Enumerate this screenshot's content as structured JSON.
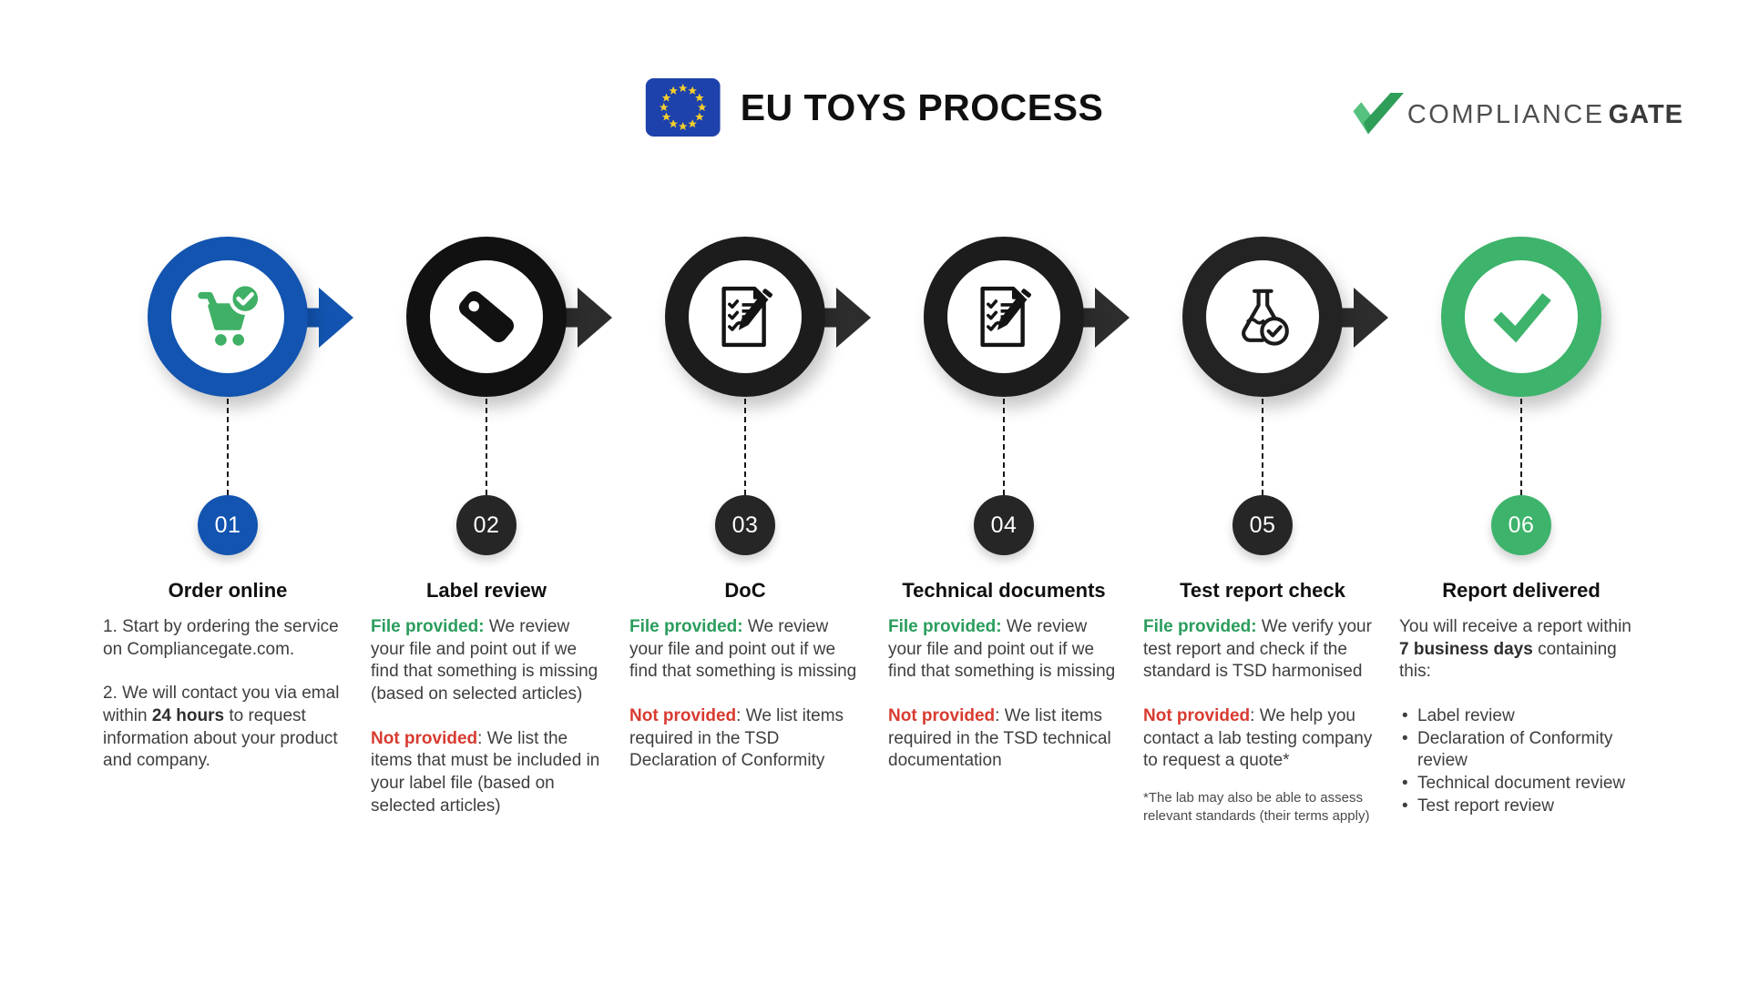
{
  "header": {
    "title": "EU TOYS PROCESS",
    "flag_icon": "eu-flag-icon",
    "logo": {
      "icon": "logo-check-icon",
      "brand_regular": "COMPLIANCE",
      "brand_bold": "GATE"
    }
  },
  "colors": {
    "blue": "#1254b0",
    "dark_ring": "#161616",
    "dark_arrow": "#2d2d2d",
    "dark_badge": "#262626",
    "green": "#3db36b",
    "text_green": "#2a9d5c",
    "text_red": "#d83b30",
    "body_text": "#3e3e3e",
    "eu_flag_blue": "#1e42ab",
    "eu_star_yellow": "#f6cf2b"
  },
  "steps": [
    {
      "number": "01",
      "title": "Order online",
      "icon": "shopping-cart-check-icon",
      "ring": "#1254b0",
      "arrow": "#1254b0",
      "badge": "#1254b0",
      "body": [
        {
          "type": "p",
          "runs": [
            {
              "style": "plain",
              "text": "1. Start by ordering the service on Compliancegate.com."
            }
          ]
        },
        {
          "type": "p",
          "runs": [
            {
              "style": "plain",
              "text": "2. We will contact you via emal within "
            },
            {
              "style": "b",
              "text": "24 hours"
            },
            {
              "style": "plain",
              "text": " to request information about your product and company."
            }
          ]
        }
      ]
    },
    {
      "number": "02",
      "title": "Label review",
      "icon": "tag-icon",
      "ring": "#111111",
      "arrow": "#2d2d2d",
      "badge": "#262626",
      "body": [
        {
          "type": "p",
          "runs": [
            {
              "style": "g",
              "text": "File provided:"
            },
            {
              "style": "plain",
              "text": " We review your file and point out if we find that something is missing (based on selected articles)"
            }
          ]
        },
        {
          "type": "p",
          "runs": [
            {
              "style": "r",
              "text": "Not provided"
            },
            {
              "style": "plain",
              "text": ": We list the items that must be included in your label file (based on selected articles)"
            }
          ]
        }
      ]
    },
    {
      "number": "03",
      "title": "DoC",
      "icon": "document-pen-icon",
      "ring": "#1c1c1c",
      "arrow": "#2d2d2d",
      "badge": "#262626",
      "body": [
        {
          "type": "p",
          "runs": [
            {
              "style": "g",
              "text": "File provided:"
            },
            {
              "style": "plain",
              "text": " We review your file and point out if we find that something is missing"
            }
          ]
        },
        {
          "type": "p",
          "runs": [
            {
              "style": "r",
              "text": "Not provided"
            },
            {
              "style": "plain",
              "text": ": We list items required in the TSD Declaration of Conformity"
            }
          ]
        }
      ]
    },
    {
      "number": "04",
      "title": "Technical documents",
      "icon": "document-pen-icon",
      "ring": "#1c1c1c",
      "arrow": "#2d2d2d",
      "badge": "#262626",
      "body": [
        {
          "type": "p",
          "runs": [
            {
              "style": "g",
              "text": "File provided:"
            },
            {
              "style": "plain",
              "text": " We review your file and point out if we find that something is missing"
            }
          ]
        },
        {
          "type": "p",
          "runs": [
            {
              "style": "r",
              "text": "Not provided"
            },
            {
              "style": "plain",
              "text": ": We list items required in the TSD technical documentation"
            }
          ]
        }
      ]
    },
    {
      "number": "05",
      "title": "Test report check",
      "icon": "flask-check-icon",
      "ring": "#232323",
      "arrow": "#2d2d2d",
      "badge": "#262626",
      "body": [
        {
          "type": "p",
          "runs": [
            {
              "style": "g",
              "text": "File provided:"
            },
            {
              "style": "plain",
              "text": " We verify your test report and check if the standard is TSD harmonised"
            }
          ]
        },
        {
          "type": "p",
          "runs": [
            {
              "style": "r",
              "text": "Not provided"
            },
            {
              "style": "plain",
              "text": ": We help you contact a lab testing company to request a quote*"
            }
          ]
        },
        {
          "type": "p",
          "small": true,
          "runs": [
            {
              "style": "plain",
              "text": "*The lab may also be able to assess relevant standards (their terms apply)"
            }
          ]
        }
      ]
    },
    {
      "number": "06",
      "title": "Report delivered",
      "icon": "big-check-icon",
      "ring": "#3db36b",
      "arrow": null,
      "badge": "#3db36b",
      "body": [
        {
          "type": "p",
          "runs": [
            {
              "style": "plain",
              "text": "You will receive a report within "
            },
            {
              "style": "b",
              "text": "7 business days"
            },
            {
              "style": "plain",
              "text": " containing this:"
            }
          ]
        },
        {
          "type": "ul",
          "items": [
            "Label review",
            "Declaration of Conformity review",
            "Technical document review",
            "Test report review"
          ]
        }
      ]
    }
  ]
}
